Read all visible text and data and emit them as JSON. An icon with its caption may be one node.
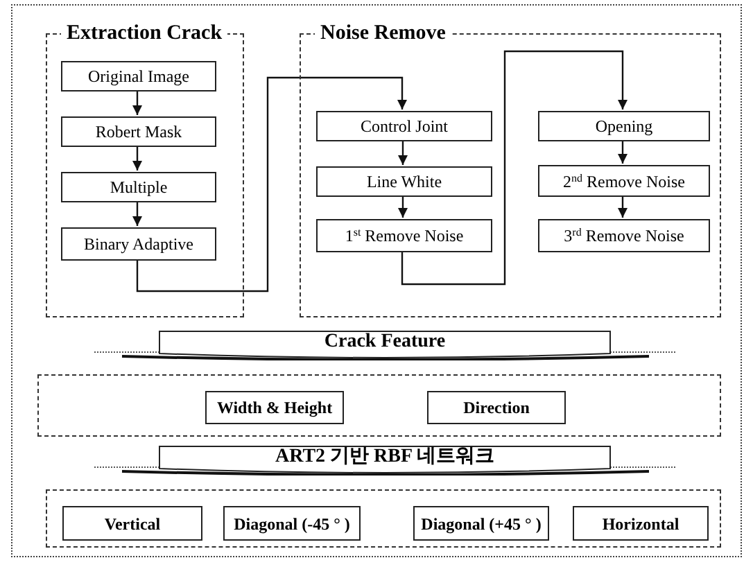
{
  "diagram": {
    "nodes": [
      {
        "text": [
          "Extraction Crack"
        ]
      },
      {
        "text": [
          "Original Image"
        ],
        "in": 0
      },
      {
        "text": [
          "Robert Mask"
        ],
        "in": 0
      },
      {
        "text": [
          "Multiple"
        ],
        "in": 0
      },
      {
        "text": [
          "Binary Adaptive"
        ],
        "in": 0
      },
      {
        "text": [
          "Noise Remove"
        ]
      },
      {
        "text": [
          "Control Joint"
        ],
        "in": 5
      },
      {
        "text": [
          "Line White"
        ],
        "in": 5
      },
      {
        "text": [
          "1$^{st}$ Remove Noise"
        ],
        "in": 5
      },
      {
        "text": [
          "Opening"
        ],
        "in": 5
      },
      {
        "text": [
          "2$^{nd}$ Remove Noise"
        ],
        "in": 5
      },
      {
        "text": [
          "3$^{rd}$ Remove Noise"
        ],
        "in": 5
      },
      {
        "text": [
          "Crack Feature"
        ]
      },
      {
        "text": [],
        "shape": "box"
      },
      {
        "text": [
          "Width & Height"
        ],
        "in": 13
      },
      {
        "text": [
          "Direction"
        ],
        "in": 13
      },
      {
        "text": [
          "ART2 기반 RBF 네트워크"
        ]
      },
      {
        "text": [],
        "shape": "box"
      },
      {
        "text": [
          "Vertical"
        ],
        "in": 17
      },
      {
        "text": [
          "Diagonal (-45 ° )"
        ],
        "in": 17
      },
      {
        "text": [
          "Diagonal (+45 ° )"
        ],
        "in": 17
      },
      {
        "text": [
          "Horizontal"
        ],
        "in": 17
      }
    ],
    "edges": [
      {
        "from": 1,
        "to": 2,
        "arrow": "to"
      },
      {
        "from": 2,
        "to": 3,
        "arrow": "to"
      },
      {
        "from": 3,
        "to": 4,
        "arrow": "to"
      },
      {
        "from": 4,
        "to": 6,
        "arrow": "to"
      },
      {
        "from": 6,
        "to": 7,
        "arrow": "to"
      },
      {
        "from": 7,
        "to": 8,
        "arrow": "to"
      },
      {
        "from": 8,
        "to": 9,
        "arrow": "to"
      },
      {
        "from": 9,
        "to": 10,
        "arrow": "to"
      },
      {
        "from": 10,
        "to": 11,
        "arrow": "to"
      }
    ]
  }
}
